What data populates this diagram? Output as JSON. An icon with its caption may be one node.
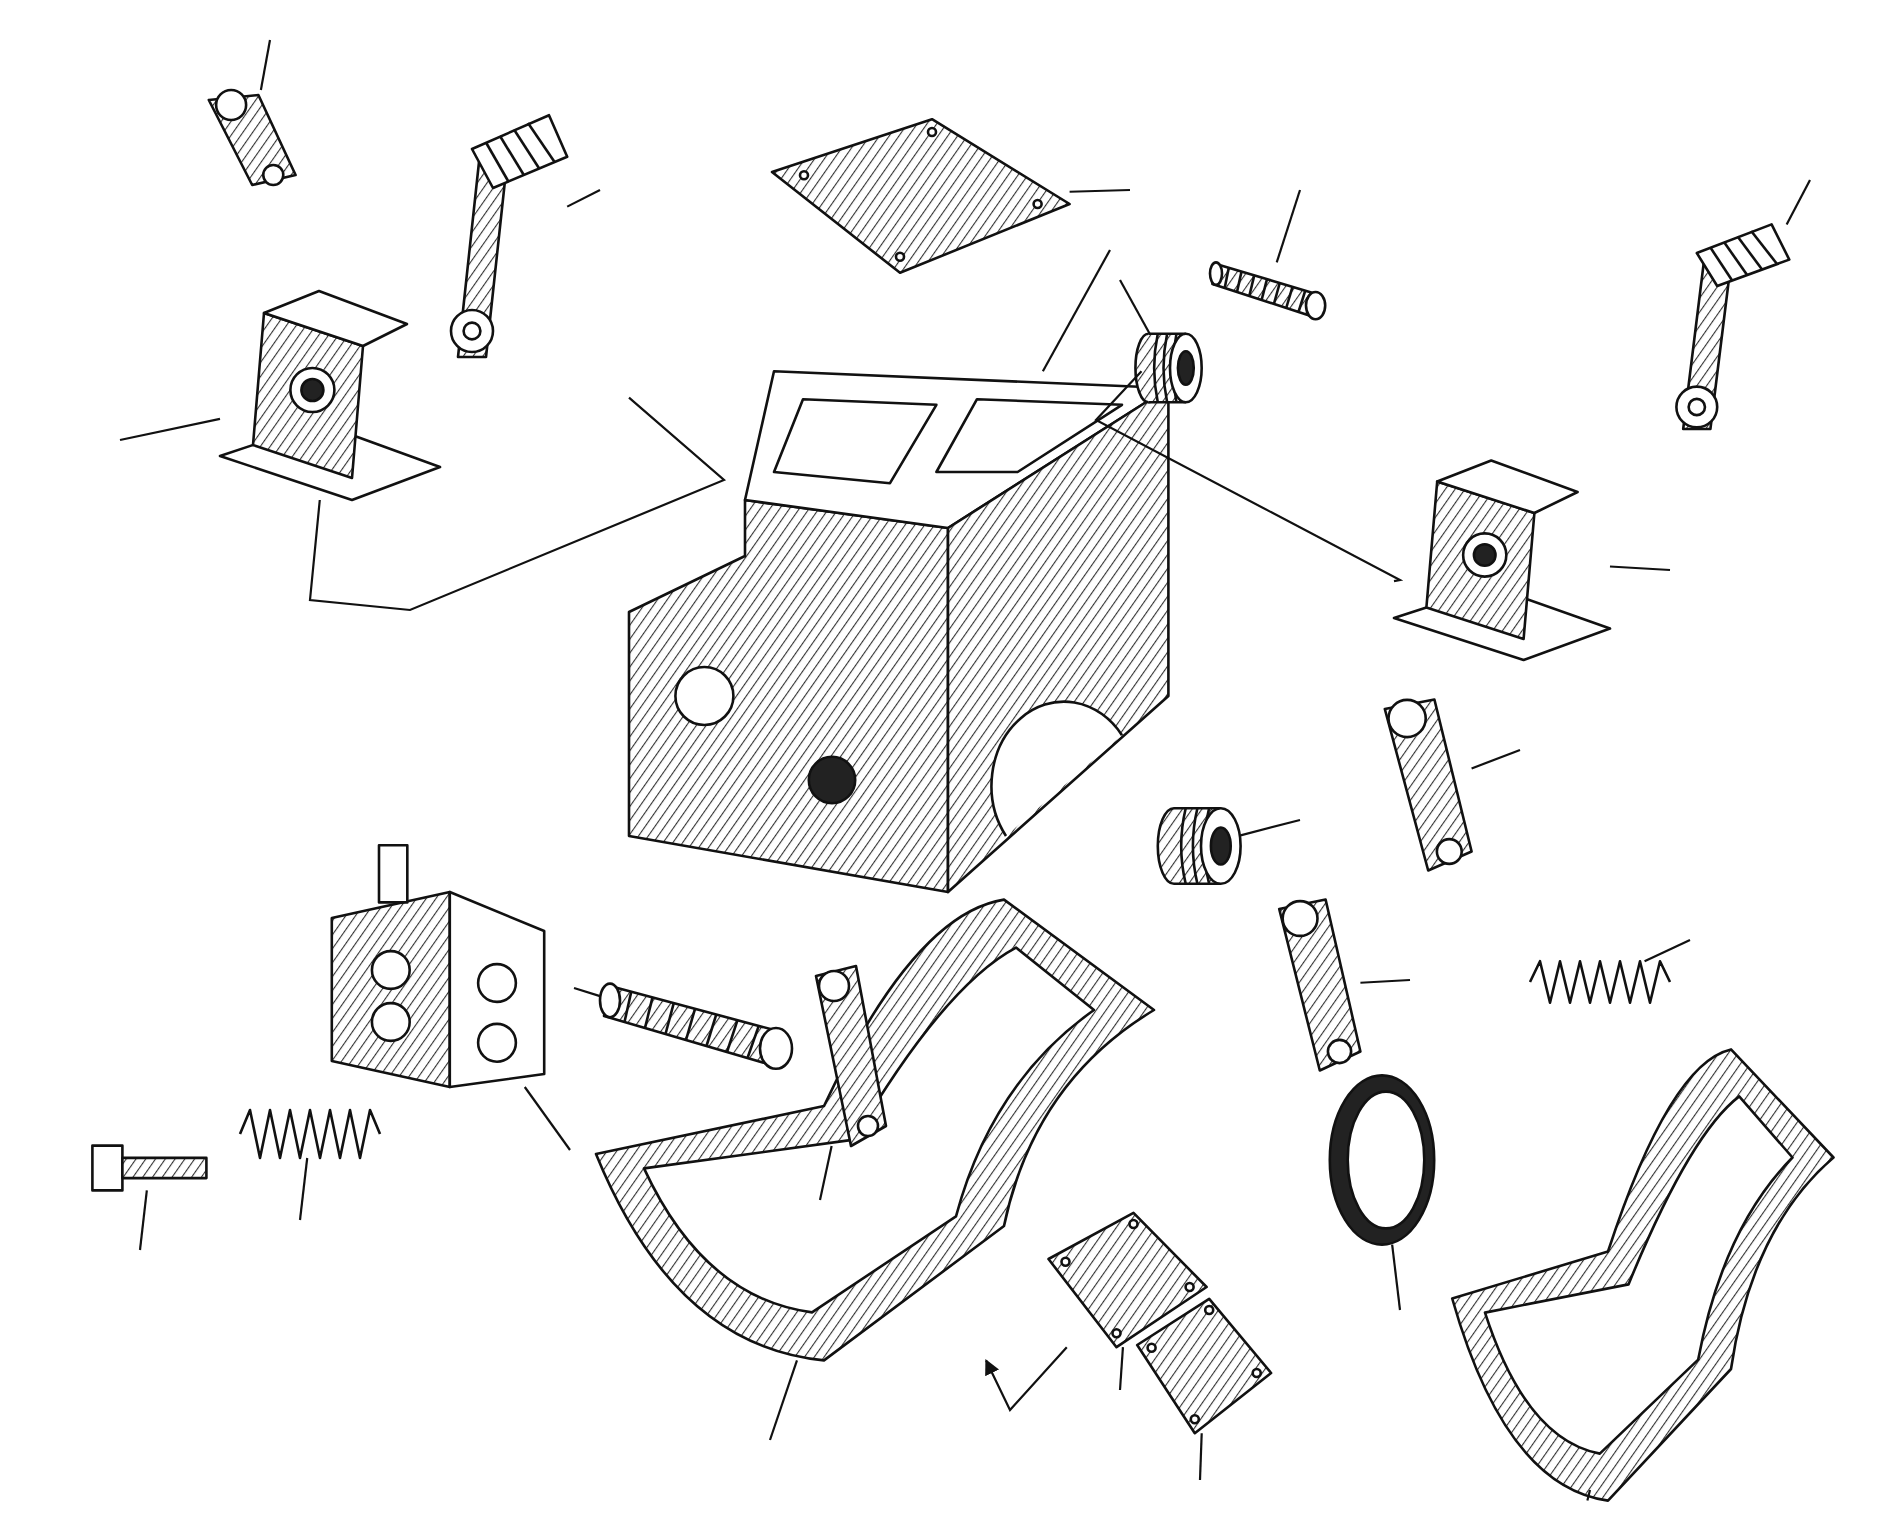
{
  "diagram": {
    "nodes": [
      {
        "text": [],
        "shape": "picture"
      },
      {
        "text": [],
        "shape": "picture"
      },
      {
        "text": [],
        "shape": "picture"
      },
      {
        "text": [],
        "shape": "picture"
      },
      {
        "text": [],
        "shape": "picture"
      },
      {
        "text": [],
        "shape": "picture"
      },
      {
        "text": [],
        "shape": "picture"
      },
      {
        "text": [],
        "shape": "picture"
      },
      {
        "text": [],
        "shape": "picture"
      },
      {
        "text": [],
        "shape": "picture"
      },
      {
        "text": [],
        "shape": "picture"
      },
      {
        "text": [],
        "shape": "picture"
      },
      {
        "text": [],
        "shape": "picture"
      },
      {
        "text": [],
        "shape": "picture"
      },
      {
        "text": [],
        "shape": "picture"
      },
      {
        "text": [],
        "shape": "picture"
      },
      {
        "text": [],
        "shape": "picture"
      },
      {
        "text": [],
        "shape": "picture",
        "in": 7
      },
      {
        "text": [],
        "shape": "picture"
      },
      {
        "text": [],
        "shape": "picture"
      },
      {
        "text": [],
        "shape": "picture"
      },
      {
        "text": [],
        "shape": "picture"
      },
      {
        "text": [],
        "shape": "picture"
      }
    ],
    "edges": [
      {
        "from": null,
        "to": 0,
        "arrow": "none"
      },
      {
        "from": null,
        "to": 1,
        "arrow": "none"
      },
      {
        "from": null,
        "to": 2,
        "arrow": "none"
      },
      {
        "from": null,
        "to": 3,
        "arrow": "none"
      },
      {
        "from": null,
        "to": 4,
        "arrow": "none"
      },
      {
        "from": null,
        "to": 5,
        "arrow": "none"
      },
      {
        "from": null,
        "to": 6,
        "arrow": "none"
      },
      {
        "from": null,
        "to": 7,
        "arrow": "none"
      },
      {
        "from": null,
        "to": 8,
        "arrow": "none"
      },
      {
        "from": null,
        "to": 9,
        "arrow": "none"
      },
      {
        "from": null,
        "to": 10,
        "arrow": "none"
      },
      {
        "from": null,
        "to": 11,
        "arrow": "none"
      },
      {
        "from": null,
        "to": 12,
        "arrow": "none"
      },
      {
        "from": null,
        "to": 13,
        "arrow": "none"
      },
      {
        "from": null,
        "to": 14,
        "arrow": "none"
      },
      {
        "from": null,
        "to": 15,
        "arrow": "none"
      },
      {
        "from": null,
        "to": 16,
        "arrow": "none"
      },
      {
        "from": null,
        "to": 17,
        "arrow": "none"
      },
      {
        "from": null,
        "to": 18,
        "arrow": "none"
      },
      {
        "from": null,
        "to": 19,
        "arrow": "none"
      },
      {
        "from": null,
        "to": 20,
        "arrow": "none"
      },
      {
        "from": null,
        "to": 21,
        "arrow": "none"
      },
      {
        "from": null,
        "to": 22,
        "arrow": "none"
      },
      {
        "from": 3,
        "to": 0,
        "arrow": "none"
      },
      {
        "from": 4,
        "to": 0,
        "arrow": "none"
      },
      {
        "from": 9,
        "to": 7,
        "arrow": "to"
      }
    ]
  }
}
